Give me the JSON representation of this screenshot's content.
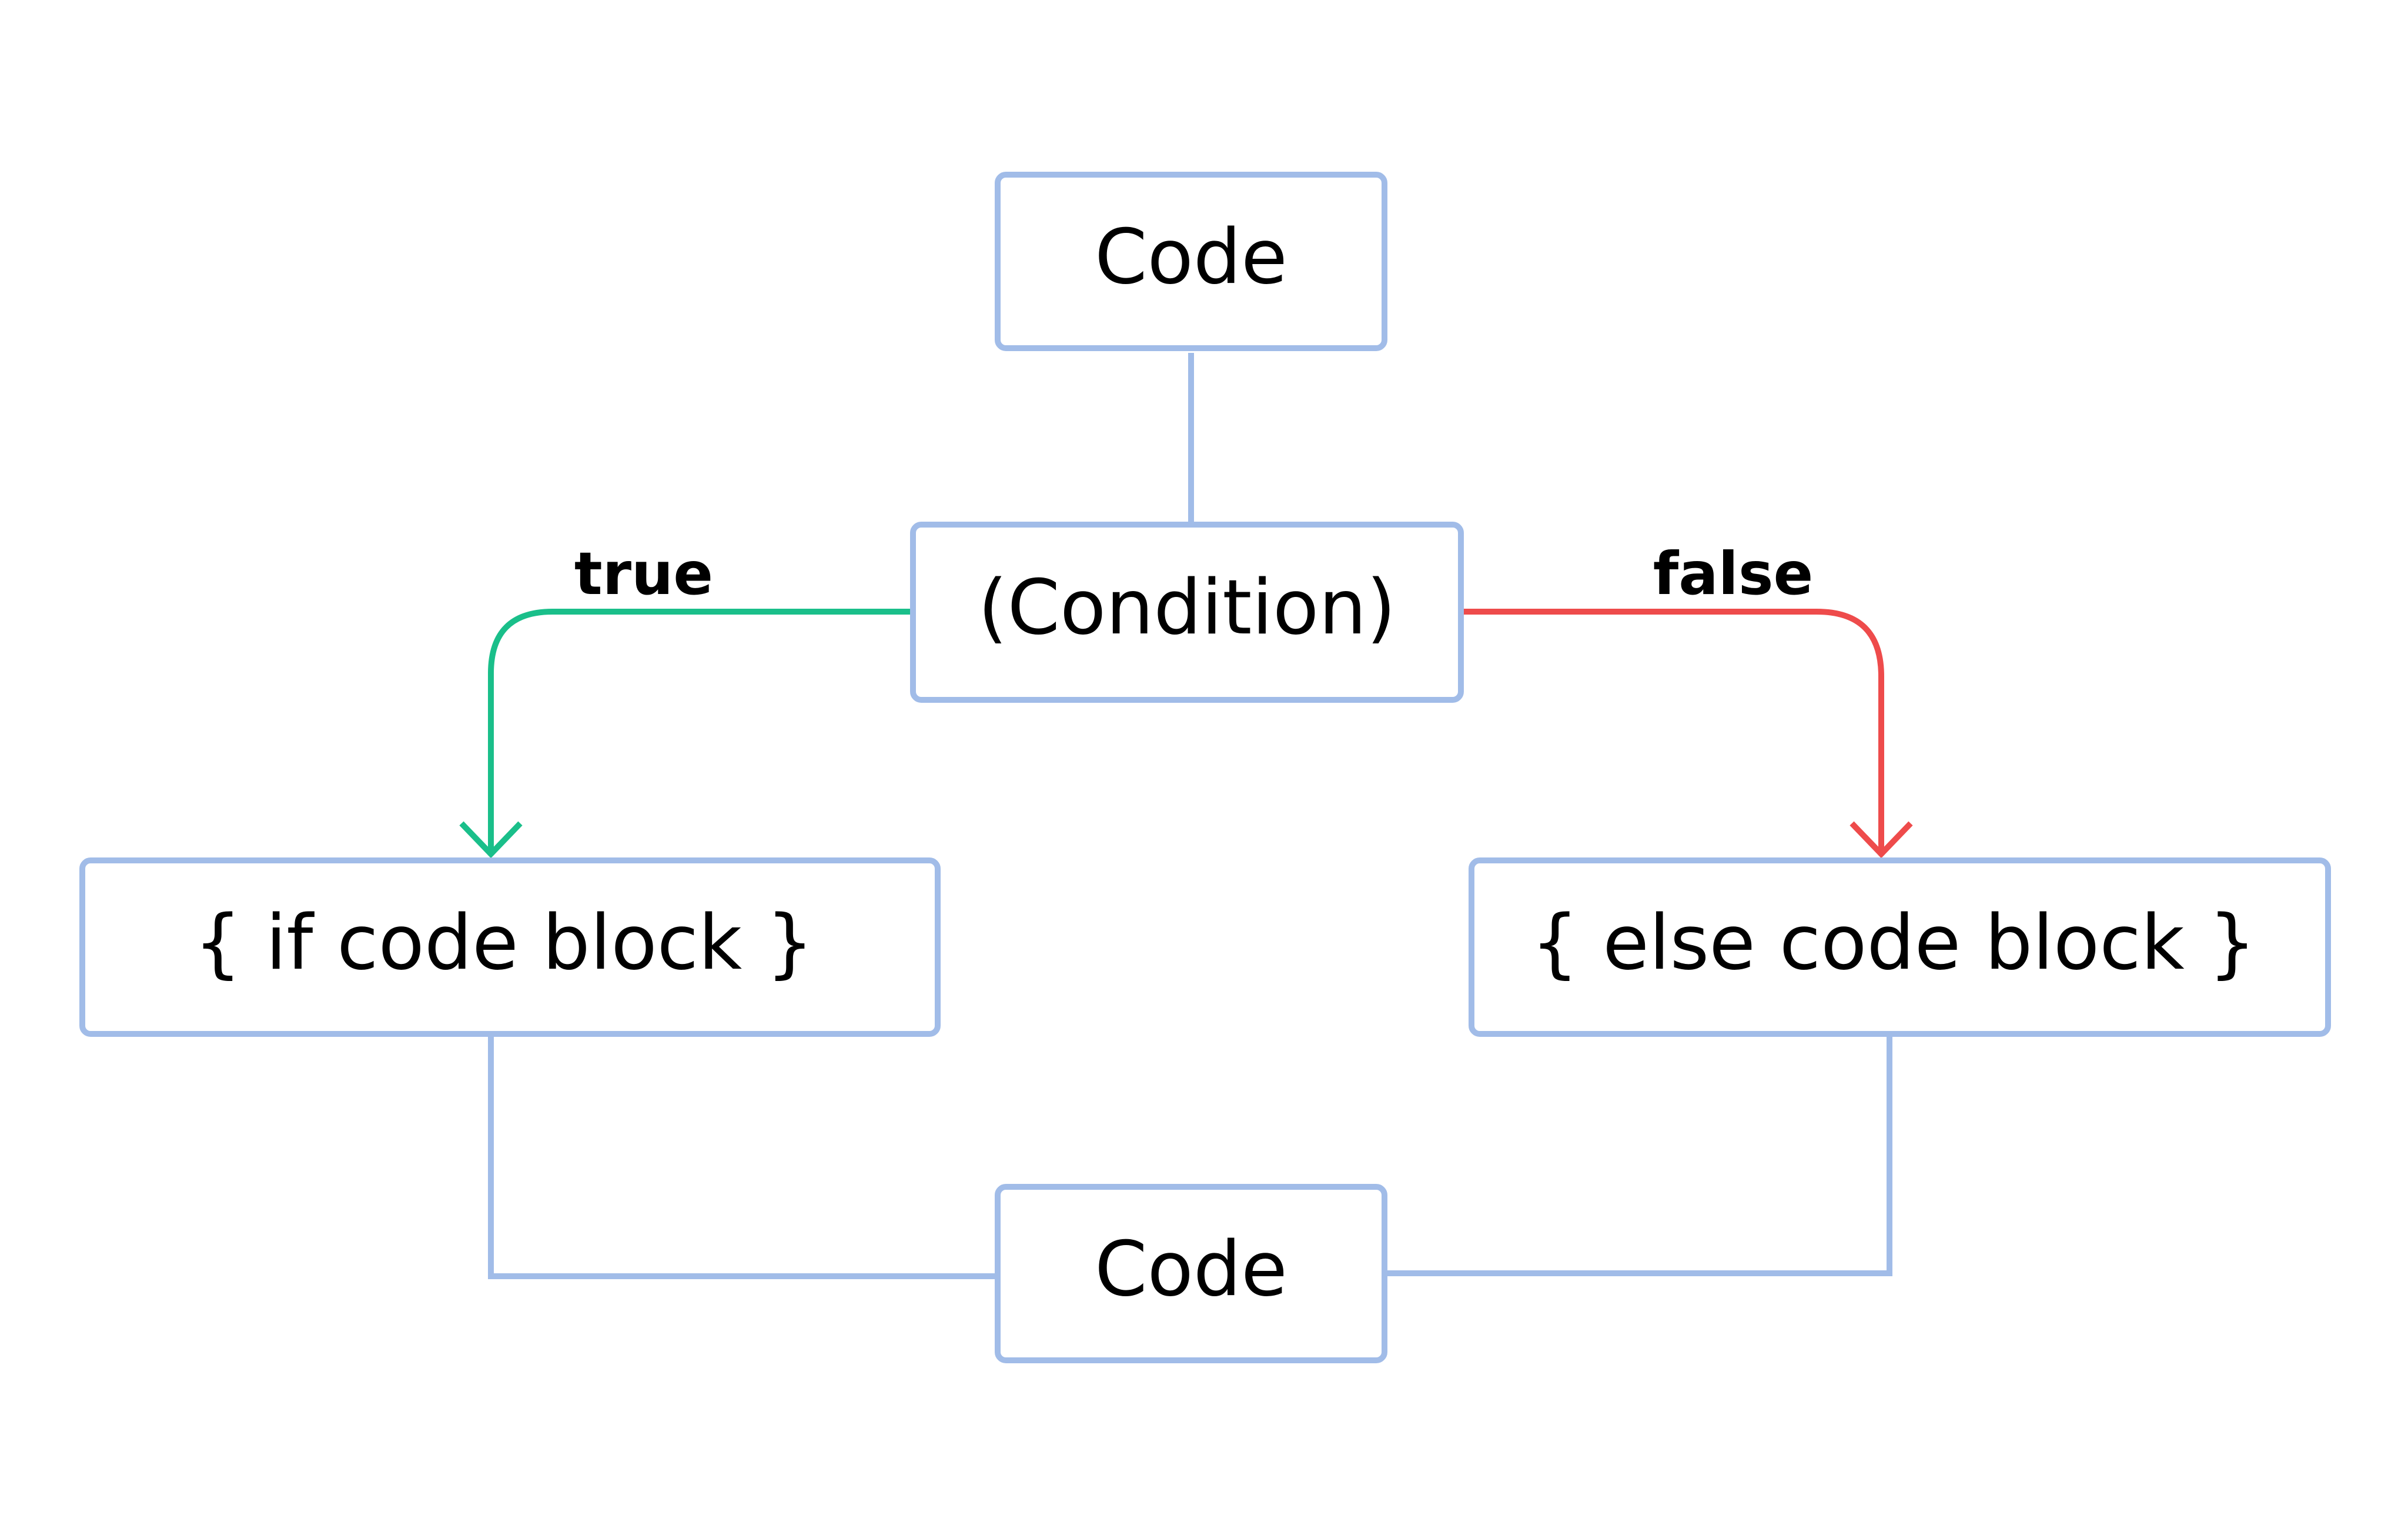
{
  "diagram": {
    "nodes": {
      "top_code": "Code",
      "condition": "(Condition)",
      "if_block": "{ if code block }",
      "else_block": "{ else code block }",
      "bottom_code": "Code"
    },
    "branches": {
      "true_label": "true",
      "false_label": "false"
    },
    "colors": {
      "box_border": "#a1bce8",
      "true_branch": "#1abf8a",
      "false_branch": "#ee4b4b",
      "text": "#000000",
      "background": "#ffffff"
    }
  }
}
